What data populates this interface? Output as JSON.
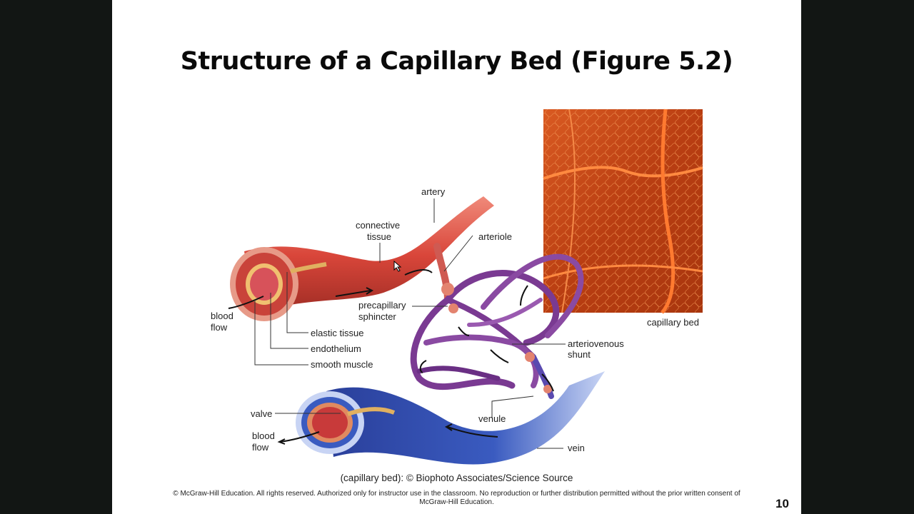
{
  "slide": {
    "title": "Structure of a Capillary Bed (Figure 5.2)",
    "credit": "(capillary bed): © Biophoto Associates/Science Source",
    "copyright_line1": "© McGraw-Hill Education. All rights reserved. Authorized only for instructor use in the classroom. No reproduction or further distribution permitted without the prior written consent of",
    "copyright_line2": "McGraw-Hill Education.",
    "page_number": "10"
  },
  "labels": {
    "artery": "artery",
    "connective_tissue_1": "connective",
    "connective_tissue_2": "tissue",
    "arteriole": "arteriole",
    "blood_flow_top_1": "blood",
    "blood_flow_top_2": "flow",
    "precapillary_1": "precapillary",
    "precapillary_2": "sphincter",
    "elastic_tissue": "elastic tissue",
    "endothelium": "endothelium",
    "smooth_muscle": "smooth muscle",
    "arteriovenous_1": "arteriovenous",
    "arteriovenous_2": "shunt",
    "capillary_bed": "capillary bed",
    "valve": "valve",
    "blood_flow_bottom_1": "blood",
    "blood_flow_bottom_2": "flow",
    "venule": "venule",
    "vein": "vein"
  },
  "colors": {
    "artery": "#d9463a",
    "vein": "#2e4fae",
    "capillary": "#7a3a92",
    "photo": "#c8481a"
  }
}
